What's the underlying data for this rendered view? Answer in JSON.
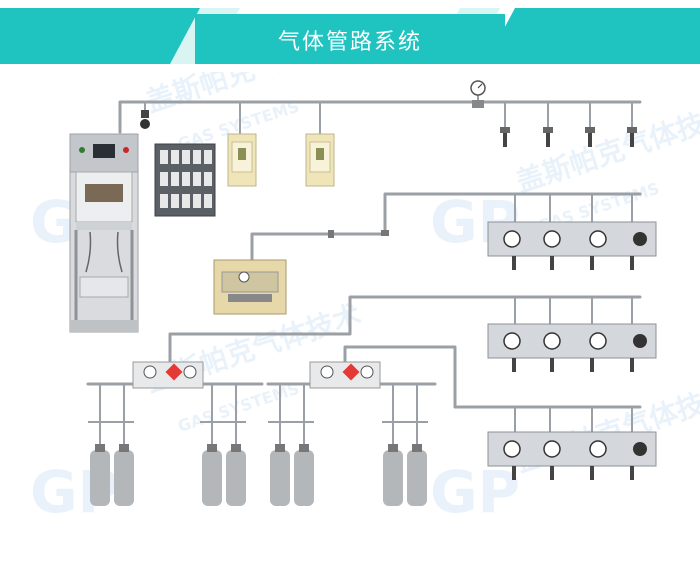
{
  "header": {
    "title": "气体管路系统"
  },
  "colors": {
    "banner_main": "#1fc4c0",
    "banner_light": "#d9f5f3",
    "pipe": "#9aa0a6",
    "cabinet_beige": "#efe5b9",
    "steel": "#c9ccd0",
    "cylinder_gray": "#b4b7ba",
    "hazard_red": "#e53935",
    "watermark_blue": "#2f8dd8"
  },
  "watermark": {
    "brand_cn": "盖斯帕克气体技术",
    "brand_en": "GAS SYSTEMS",
    "logo": "GP"
  }
}
